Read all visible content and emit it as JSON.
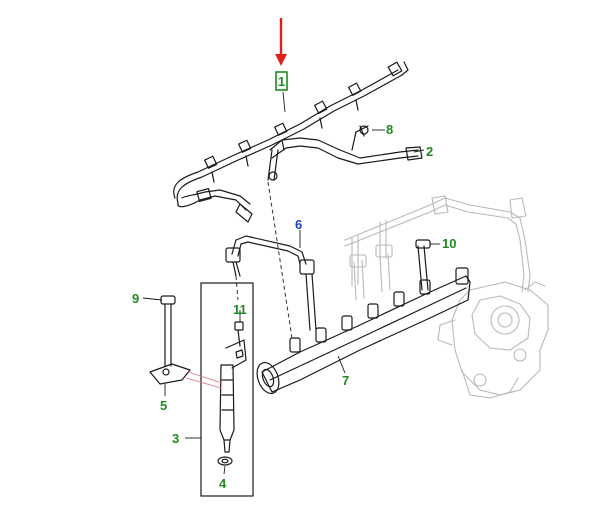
{
  "callouts": {
    "c1": "1",
    "c2": "2",
    "c3": "3",
    "c4": "4",
    "c5": "5",
    "c6": "6",
    "c7": "7",
    "c8": "8",
    "c9": "9",
    "c10": "10",
    "c11": "11"
  },
  "colors": {
    "callout_green": "#1f8a1f",
    "callout_blue": "#1f3fbf",
    "pointer_red": "#e0201b",
    "highlight_green": "#1f8a1f",
    "pink_leader": "#e07a86"
  },
  "highlight": {
    "selected_callout": "1",
    "pointer": "red-arrow"
  }
}
